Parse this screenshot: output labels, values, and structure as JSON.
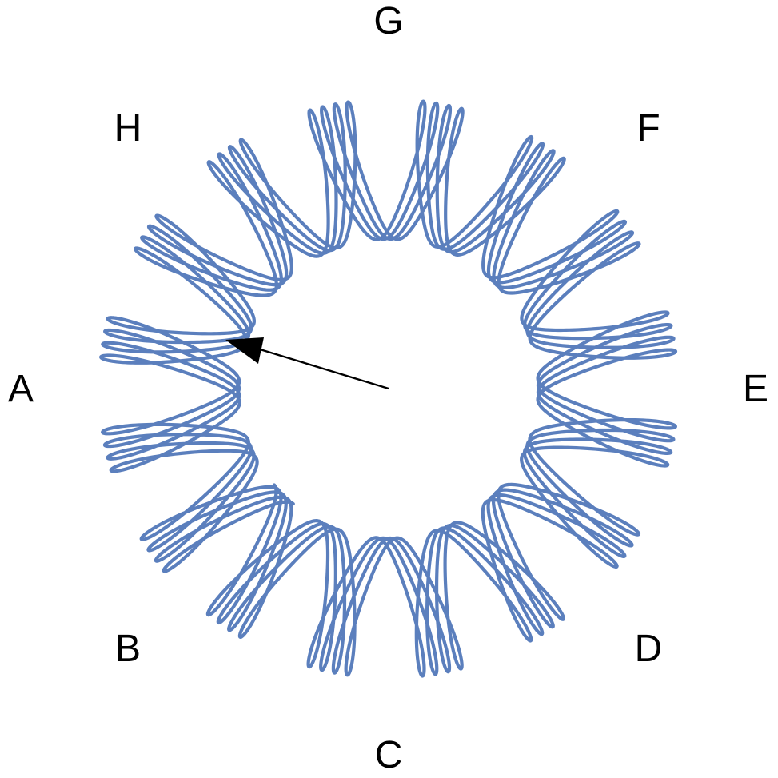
{
  "diagram": {
    "labels": {
      "A": "A",
      "B": "B",
      "C": "C",
      "D": "D",
      "E": "E",
      "F": "F",
      "G": "G",
      "H": "H"
    },
    "curve_color": "#5b7fbd",
    "arrow_color": "#000000",
    "loop_count": 16
  }
}
